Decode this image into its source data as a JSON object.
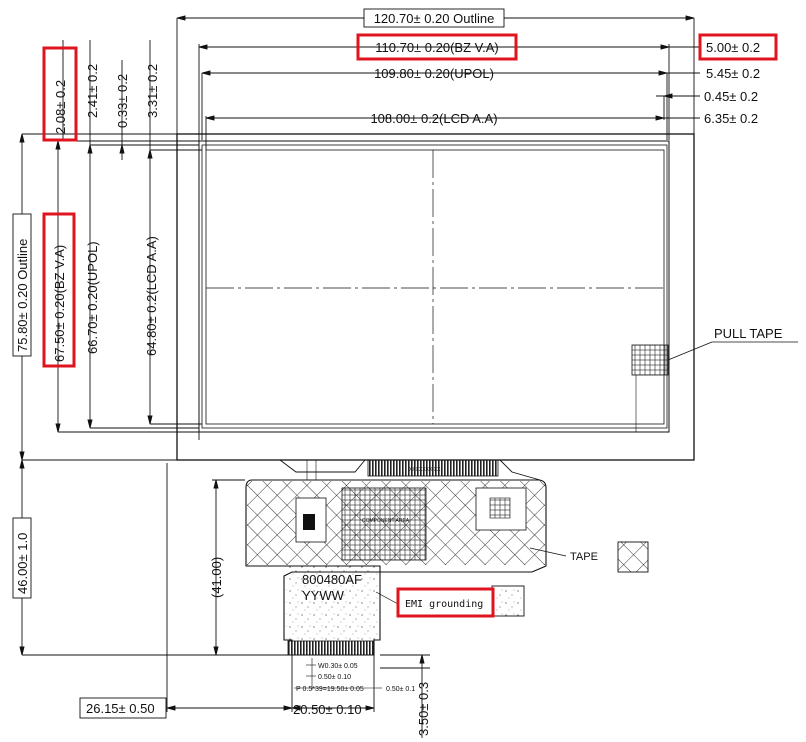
{
  "top_dims": {
    "outline": "120.70± 0.20 Outline",
    "bz_va": "110.70± 0.20(BZ V.A)",
    "upol": "109.80± 0.20(UPOL)",
    "lcd_aa": "108.00± 0.2(LCD A.A)"
  },
  "right_dims": {
    "d1": "5.00± 0.2",
    "d2": "5.45± 0.2",
    "d3": "0.45± 0.2",
    "d4": "6.35± 0.2"
  },
  "top_left_dims": {
    "d1": "2.08± 0.2",
    "d2": "2.41± 0.2",
    "d3": "0.33± 0.2",
    "d4": "3.31± 0.2"
  },
  "left_dims": {
    "outline": "75.80± 0.20 Outline",
    "bz_va": "67.50± 0.20(BZ V.A)",
    "upol": "66.70± 0.20(UPOL)",
    "lcd_aa": "64.80± 0.2(LCD A.A)",
    "fpc_total": "46.00± 1.0",
    "fpc_inner": "(41.00)"
  },
  "bottom_dims": {
    "left_offset": "26.15± 0.50",
    "width": "20.50± 0.10",
    "height": "3.50± 0.3",
    "w": "W0.30± 0.05",
    "w2": "0.50± 0.10",
    "pitch": "P 0.5*39=19.50± 0.05",
    "edge": "0.50± 0.1"
  },
  "labels": {
    "pull_tape": "PULL TAPE",
    "tape": "TAPE",
    "part_no": "800480AF",
    "date_code": "YYWW",
    "emi": "EMI grounding",
    "component_area": "COMPONENT AREA",
    "ic_mark": "XXXXXXX XX"
  },
  "colors": {
    "highlight": "#e0141e",
    "line": "#111111"
  }
}
